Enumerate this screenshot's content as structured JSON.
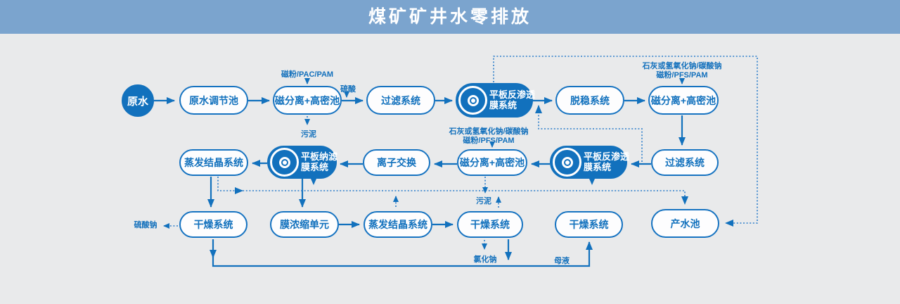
{
  "header": {
    "title": "煤矿矿井水零排放"
  },
  "colors": {
    "primary_blue": "#1271bd",
    "border_blue": "#1673c1",
    "dotted_blue": "#2a7cc9",
    "header_bg": "#7ba4ce",
    "background": "#e9eaeb",
    "node_text_on_solid": "#ffffff"
  },
  "nodes": [
    {
      "label": "原水"
    },
    {
      "label": "原水调节池"
    },
    {
      "label": "磁分离+高密池"
    },
    {
      "label": "过滤系统"
    },
    {
      "line1": "平板反渗透",
      "line2": "膜系统"
    },
    {
      "label": "脱稳系统"
    },
    {
      "label": "磁分离+高密池"
    },
    {
      "label": "蒸发结晶系统"
    },
    {
      "line1": "平板纳滤",
      "line2": "膜系统"
    },
    {
      "label": "离子交换"
    },
    {
      "label": "磁分离+高密池"
    },
    {
      "line1": "平板反渗透",
      "line2": "膜系统"
    },
    {
      "label": "过滤系统"
    },
    {
      "label": "干燥系统"
    },
    {
      "label": "膜浓缩单元"
    },
    {
      "label": "蒸发结晶系统"
    },
    {
      "label": "干燥系统"
    },
    {
      "label": "干燥系统"
    },
    {
      "label": "产水池"
    }
  ],
  "annotations": {
    "magnetic_powder_pac_pam": "磁粉/PAC/PAM",
    "sulfuric_acid": "硫酸",
    "sludge": "污泥",
    "lime_line1": "石灰或氢氧化钠/碳酸钠",
    "lime_line2": "磁粉/PFS/PAM",
    "sodium_sulfate": "硫酸钠",
    "sodium_chloride": "氯化钠",
    "mother_liquor": "母液"
  }
}
